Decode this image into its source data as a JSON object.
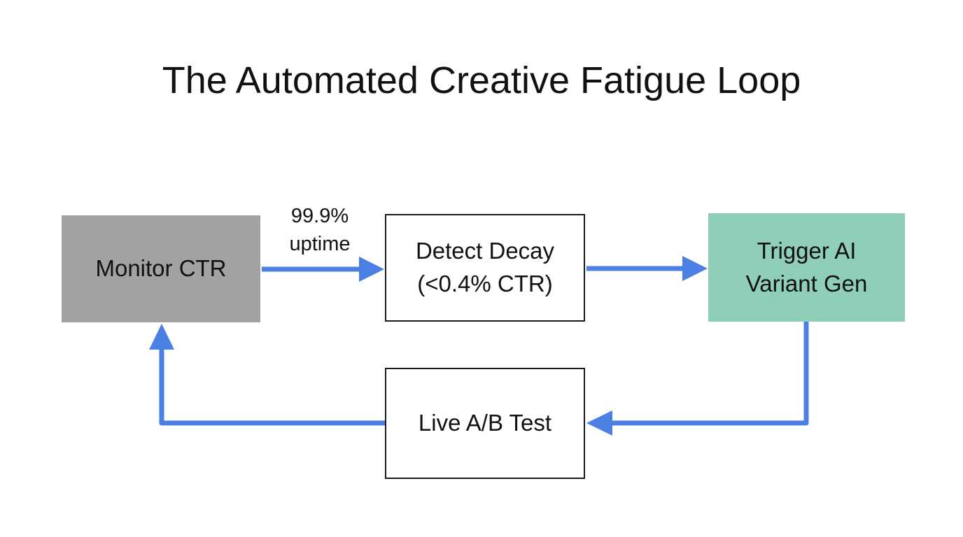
{
  "title": "The Automated Creative Fatigue Loop",
  "colors": {
    "background_white": "#ffffff",
    "text_black": "#111111",
    "box_border_black": "#1a1a1a",
    "arrow_blue": "#4a80e4",
    "monitor_gray": "#a2a2a2",
    "trigger_teal": "#8fceb9"
  },
  "nodes": {
    "monitor": {
      "line1": "Monitor CTR",
      "line2": ""
    },
    "detect": {
      "line1": "Detect Decay",
      "line2": "(<0.4% CTR)"
    },
    "trigger": {
      "line1": "Trigger AI",
      "line2": "Variant Gen"
    },
    "abtest": {
      "line1": "Live A/B Test",
      "line2": ""
    }
  },
  "edge_label": {
    "line1": "99.9%",
    "line2": "uptime"
  },
  "edges": [
    {
      "from": "Monitor CTR",
      "to": "Detect Decay (<0.4% CTR)",
      "label": "99.9% uptime"
    },
    {
      "from": "Detect Decay (<0.4% CTR)",
      "to": "Trigger AI Variant Gen",
      "label": ""
    },
    {
      "from": "Trigger AI Variant Gen",
      "to": "Live A/B Test",
      "label": ""
    },
    {
      "from": "Live A/B Test",
      "to": "Monitor CTR",
      "label": ""
    }
  ]
}
